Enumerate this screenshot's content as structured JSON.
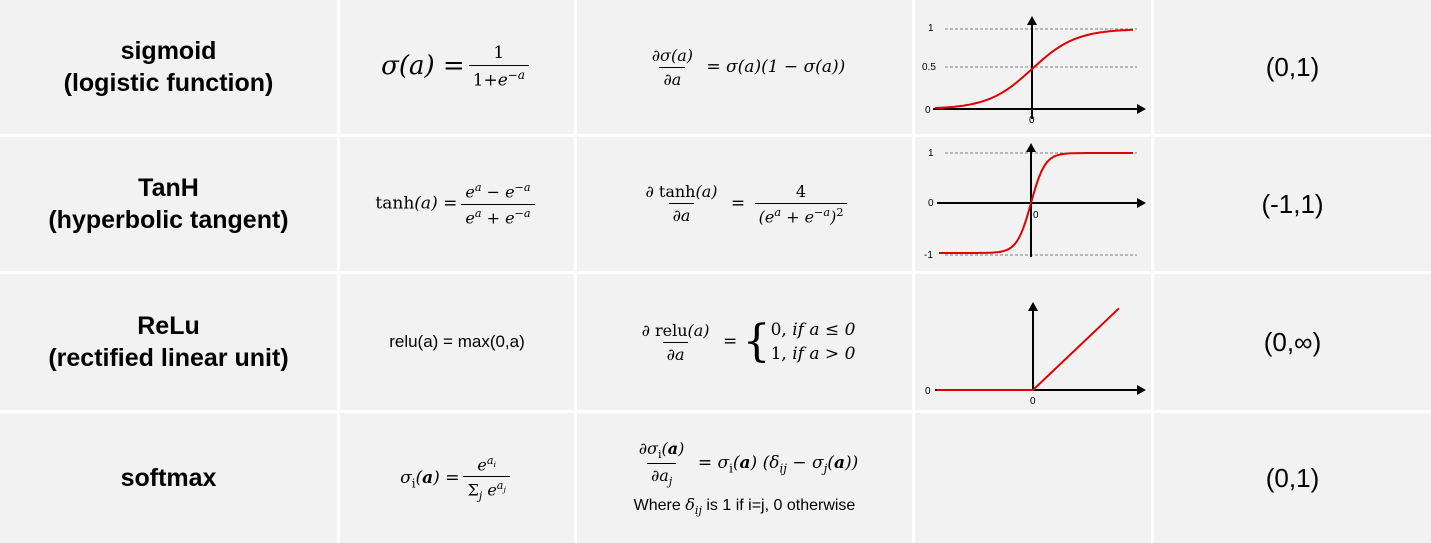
{
  "rows": [
    {
      "name_line1": "sigmoid",
      "name_line2": "(logistic function)",
      "formula": {
        "lhs": "σ(a) =",
        "num": "1",
        "den": "1+e^{−a}"
      },
      "derivative": {
        "num": "∂σ(a)",
        "den": "∂a",
        "rhs": "= σ(a)(1 − σ(a))"
      },
      "plot": {
        "curve": "sigmoid",
        "y_ticks": [
          "1",
          "0.5",
          "0"
        ],
        "x_tick": "0"
      },
      "range": "(0,1)"
    },
    {
      "name_line1": "TanH",
      "name_line2": "(hyperbolic tangent)",
      "formula": {
        "lhs": "tanh(a) =",
        "num": "e^a − e^{−a}",
        "den": "e^a + e^{−a}"
      },
      "derivative": {
        "num": "∂ tanh(a)",
        "den": "∂a",
        "eq": "=",
        "rhs_num": "4",
        "rhs_den": "(e^a + e^{−a})²"
      },
      "plot": {
        "curve": "tanh",
        "y_ticks": [
          "1",
          "0",
          "-1"
        ],
        "x_tick": "0"
      },
      "range": "(-1,1)"
    },
    {
      "name_line1": "ReLu",
      "name_line2": "(rectified linear unit)",
      "formula": {
        "text": "relu(a) = max(0,a)"
      },
      "derivative": {
        "num": "∂ relu(a)",
        "den": "∂a",
        "eq": "=",
        "case1": "0, if a ≤ 0",
        "case2": "1, if a > 0"
      },
      "plot": {
        "curve": "relu",
        "y_ticks": [
          "0"
        ],
        "x_tick": "0"
      },
      "range": "(0,∞)"
    },
    {
      "name_line1": "softmax",
      "formula": {
        "lhs": "σi(a) =",
        "num": "e^{a_i}",
        "den": "Σj e^{a_j}"
      },
      "derivative": {
        "num": "∂σi(a)",
        "den": "∂aj",
        "rhs": "= σi(a) (δij − σj(a))",
        "note": "Where δij is 1 if i=j, 0 otherwise"
      },
      "range": "(0,1)"
    }
  ],
  "colors": {
    "cell_bg": "#f2f2f2",
    "grid_line": "#ffffff",
    "curve": "#e00000",
    "axis": "#000000"
  }
}
